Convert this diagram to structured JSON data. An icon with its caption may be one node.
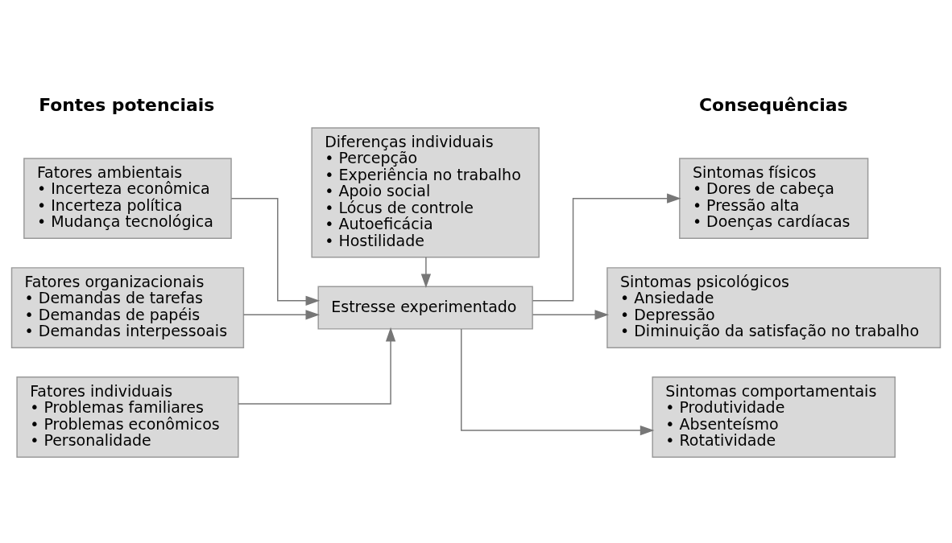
{
  "diagram": {
    "nodes": [
      {
        "text": [
          "Fatores ambientais",
          "• Incerteza econômica",
          "• Incerteza política",
          "• Mudança tecnológica"
        ]
      },
      {
        "text": [
          "Fatores organizacionais",
          "• Demandas de tarefas",
          "• Demandas de papéis",
          "• Demandas interpessoais"
        ]
      },
      {
        "text": [
          "Fatores individuais",
          "• Problemas familiares",
          "• Problemas econômicos",
          "• Personalidade"
        ]
      },
      {
        "text": [
          "Diferenças individuais",
          "• Percepção",
          "• Experiência no trabalho",
          "• Apoio social",
          "• Lócus de controle",
          "• Autoeficácia",
          "• Hostilidade"
        ]
      },
      {
        "text": [
          "Estresse experimentado"
        ]
      },
      {
        "text": [
          "Sintomas físicos",
          "• Dores de cabeça",
          "• Pressão alta",
          "• Doenças cardíacas"
        ]
      },
      {
        "text": [
          "Sintomas psicológicos",
          "• Ansiedade",
          "• Depressão",
          "• Diminuição da satisfação no trabalho"
        ]
      },
      {
        "text": [
          "Sintomas comportamentais",
          "• Produtividade",
          "• Absenteísmo",
          "• Rotatividade"
        ]
      }
    ],
    "edges": [
      {
        "from": 0,
        "to": 4,
        "arrow": "to"
      },
      {
        "from": 1,
        "to": 4,
        "arrow": "to"
      },
      {
        "from": 2,
        "to": 4,
        "arrow": "to"
      },
      {
        "from": 3,
        "to": 4,
        "arrow": "to"
      },
      {
        "from": 4,
        "to": 5,
        "arrow": "to"
      },
      {
        "from": 4,
        "to": 6,
        "arrow": "to"
      },
      {
        "from": 4,
        "to": 7,
        "arrow": "to"
      }
    ],
    "labels": [
      "Fontes potenciais",
      "Consequências"
    ]
  }
}
